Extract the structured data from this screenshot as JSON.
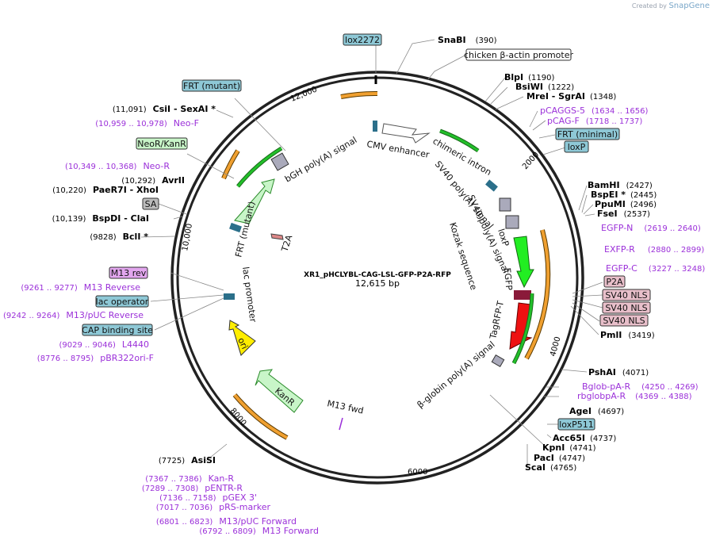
{
  "credit": {
    "prefix": "Created by",
    "brand": "SnapGene"
  },
  "plasmid": {
    "name": "XR1_pHCLYBL-CAG-LSL-GFP-P2A-RFP",
    "length": "12,615 bp"
  },
  "ticks": [
    "2000",
    "4000",
    "6000",
    "8000",
    "10,000",
    "12,000"
  ],
  "enzymes": [
    {
      "name": "SnaBI",
      "pos": "(390)"
    },
    {
      "name": "BlpI",
      "pos": "(1190)"
    },
    {
      "name": "BsiWI",
      "pos": "(1222)"
    },
    {
      "name": "MreI  - SgrAI",
      "pos": "(1348)"
    },
    {
      "name": "BamHI",
      "pos": "(2427)"
    },
    {
      "name": "BspEI *",
      "pos": "(2445)"
    },
    {
      "name": "PpuMI",
      "pos": "(2496)"
    },
    {
      "name": "FseI",
      "pos": "(2537)"
    },
    {
      "name": "PmlI",
      "pos": "(3419)"
    },
    {
      "name": "PshAI",
      "pos": "(4071)"
    },
    {
      "name": "AgeI",
      "pos": "(4697)"
    },
    {
      "name": "Acc65I",
      "pos": "(4737)"
    },
    {
      "name": "KpnI",
      "pos": "(4741)"
    },
    {
      "name": "PacI",
      "pos": "(4747)"
    },
    {
      "name": "ScaI",
      "pos": "(4765)"
    },
    {
      "name": "AsiSI",
      "pos": "(7725)"
    },
    {
      "name": "BclI *",
      "pos": "(9828)"
    },
    {
      "name": "BspDI  - ClaI",
      "pos": "(10,139)"
    },
    {
      "name": "PaeR7I  - XhoI",
      "pos": "(10,220)"
    },
    {
      "name": "AvrII",
      "pos": "(10,292)"
    },
    {
      "name": "CsiI  - SexAI *",
      "pos": "(11,091)"
    }
  ],
  "primers": [
    {
      "name": "pCAGGS-5",
      "range": "(1634 .. 1656)"
    },
    {
      "name": "pCAG-F",
      "range": "(1718 .. 1737)"
    },
    {
      "name": "EGFP-N",
      "range": "(2619 .. 2640)"
    },
    {
      "name": "EXFP-R",
      "range": "(2880 .. 2899)"
    },
    {
      "name": "EGFP-C",
      "range": "(3227 .. 3248)"
    },
    {
      "name": "Bglob-pA-R",
      "range": "(4250 .. 4269)"
    },
    {
      "name": "rbglobpA-R",
      "range": "(4369 .. 4388)"
    },
    {
      "name": "Kan-R",
      "range": "(7367 .. 7386)"
    },
    {
      "name": "pENTR-R",
      "range": "(7289 .. 7308)"
    },
    {
      "name": "pGEX 3'",
      "range": "(7136 .. 7158)"
    },
    {
      "name": "pRS-marker",
      "range": "(7017 .. 7036)"
    },
    {
      "name": "M13/pUC Forward",
      "range": "(6801 .. 6823)"
    },
    {
      "name": "M13 Forward",
      "range": "(6792 .. 6809)"
    },
    {
      "name": "L4440",
      "range": "(9029 .. 9046)"
    },
    {
      "name": "pBR322ori-F",
      "range": "(8776 .. 8795)"
    },
    {
      "name": "M13/pUC Reverse",
      "range": "(9242 .. 9264)"
    },
    {
      "name": "M13 Reverse",
      "range": "(9261 .. 9277)"
    },
    {
      "name": "Neo-R",
      "range": "(10,349 .. 10,368)"
    },
    {
      "name": "Neo-F",
      "range": "(10,959 .. 10,978)"
    }
  ],
  "boxes": {
    "lox2272": "lox2272",
    "chicken": "chicken β-actin promoter",
    "frt_minimal": "FRT (minimal)",
    "loxp": "loxP",
    "p2a": "P2A",
    "sv40nls1": "SV40 NLS",
    "sv40nls2": "SV40 NLS",
    "sv40nls3": "SV40 NLS",
    "loxp511": "loxP511",
    "frt_mutant": "FRT (mutant)",
    "neor": "NeoR/KanR",
    "sa": "SA",
    "m13rev": "M13 rev",
    "lacop": "lac operator",
    "cap": "CAP binding site"
  },
  "features": {
    "cmv": "CMV enhancer",
    "intron": "chimeric intron",
    "sv40pa1": "SV40 poly(A) signal",
    "sv40pa2": "SV40 poly(A) signal",
    "loxp_in": "loxP",
    "kozak": "Kozak sequence",
    "egfp": "EGFP",
    "tagrfp": "TagRFP-T",
    "bglobin": "β-globin poly(A) signal",
    "m13fwd": "M13 fwd",
    "kanr": "KanR",
    "ori": "ori",
    "lacprom": "lac promoter",
    "frt_in": "FRT (mutant)",
    "t2a": "T2A",
    "bgh": "bGH poly(A) signal"
  },
  "colors": {
    "backbone": "#222222",
    "primer": "#9b30d9",
    "orange": "#f0a030",
    "green": "#22c02a",
    "red": "#ee1111",
    "yellow": "#ffee00",
    "ltgreen": "#c8f5c8",
    "blue": "#8ec8d6",
    "pink": "#e8bfca"
  }
}
